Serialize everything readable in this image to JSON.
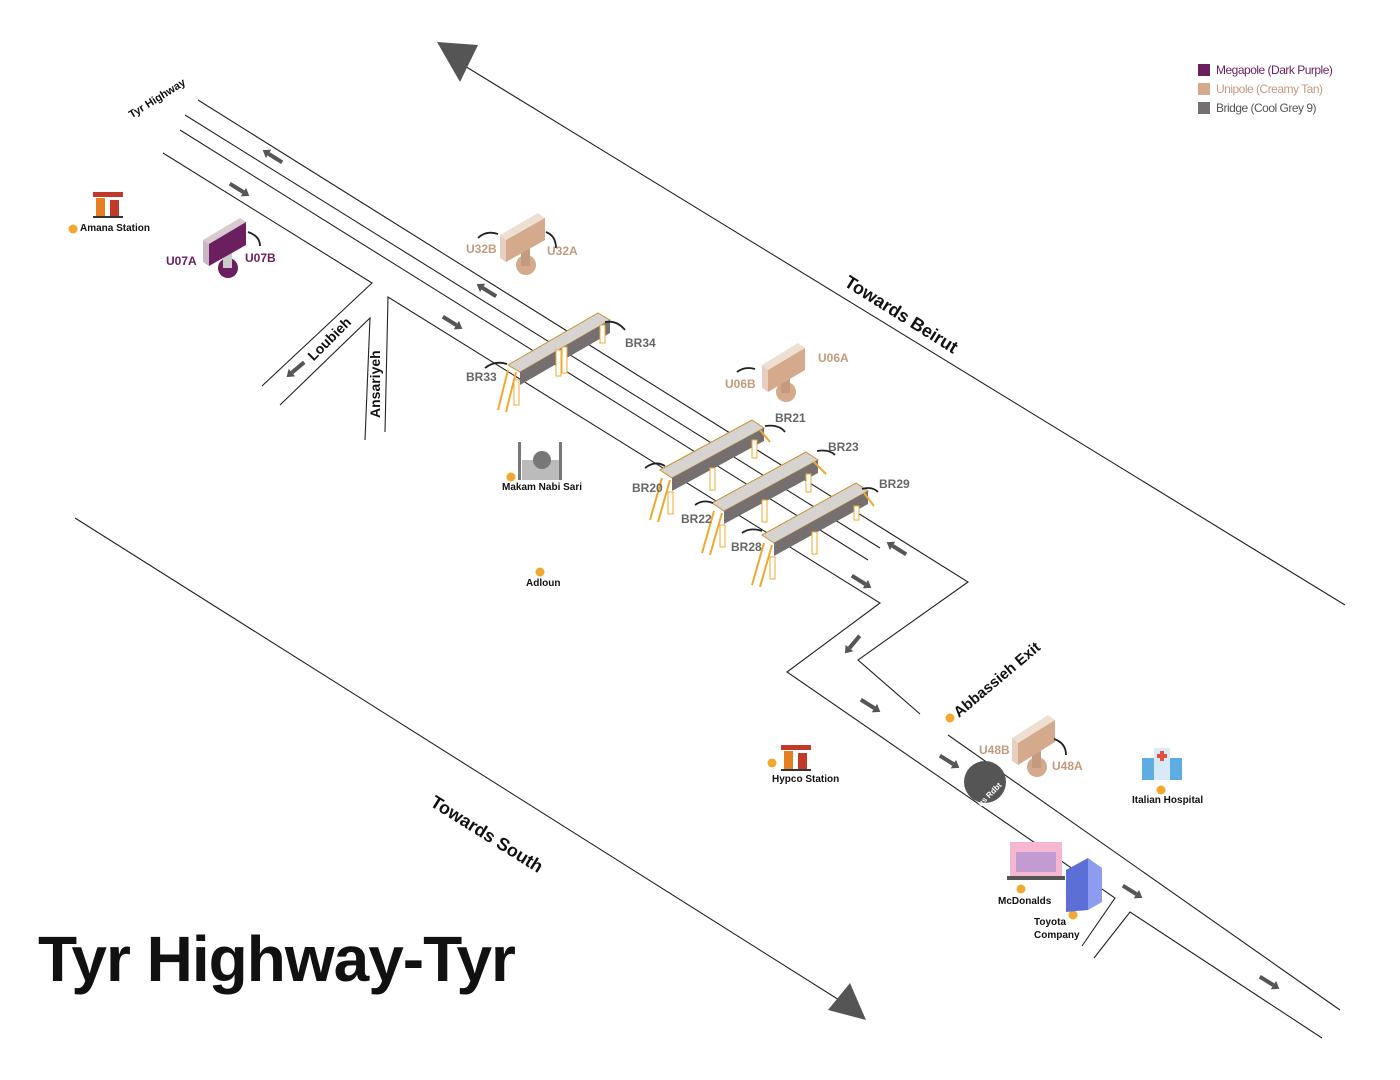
{
  "title": "Tyr Highway-Tyr",
  "legend": [
    {
      "label": "Megapole (Dark Purple)",
      "color": "#6b1f5f"
    },
    {
      "label": "Unipole (Creamy Tan)",
      "color": "#d4a98c"
    },
    {
      "label": "Bridge (Cool Grey 9)",
      "color": "#75706f"
    }
  ],
  "roads": {
    "tyr_highway": "Tyr Highway",
    "towards_beirut": "Towards Beirut",
    "towards_south": "Towards South",
    "loubieh": "Loubieh",
    "ansariyeh": "Ansariyeh",
    "abbassieh_exit": "Abbassieh Exit"
  },
  "pois": {
    "amana": "Amana Station",
    "makam": "Makam Nabi Sari",
    "adloun": "Adloun",
    "hypco": "Hypco Station",
    "bus_roundabout": "Bus Rdbt",
    "italian_hospital": "Italian Hospital",
    "mcdonalds": "McDonalds",
    "toyota": "Toyota Company"
  },
  "billboards": {
    "u07a": "U07A",
    "u07b": "U07B",
    "u32a": "U32A",
    "u32b": "U32B",
    "u06a": "U06A",
    "u06b": "U06B",
    "u48a": "U48A",
    "u48b": "U48B"
  },
  "bridges": {
    "br33": "BR33",
    "br34": "BR34",
    "br20": "BR20",
    "br21": "BR21",
    "br22": "BR22",
    "br23": "BR23",
    "br28": "BR28",
    "br29": "BR29"
  }
}
